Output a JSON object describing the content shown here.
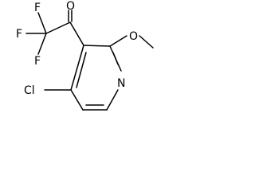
{
  "molecule": {
    "labels": {
      "f1": "F",
      "f2": "F",
      "f3": "F",
      "o_carbonyl": "O",
      "o_methoxy": "O",
      "n_ring": "N",
      "cl": "Cl"
    }
  }
}
